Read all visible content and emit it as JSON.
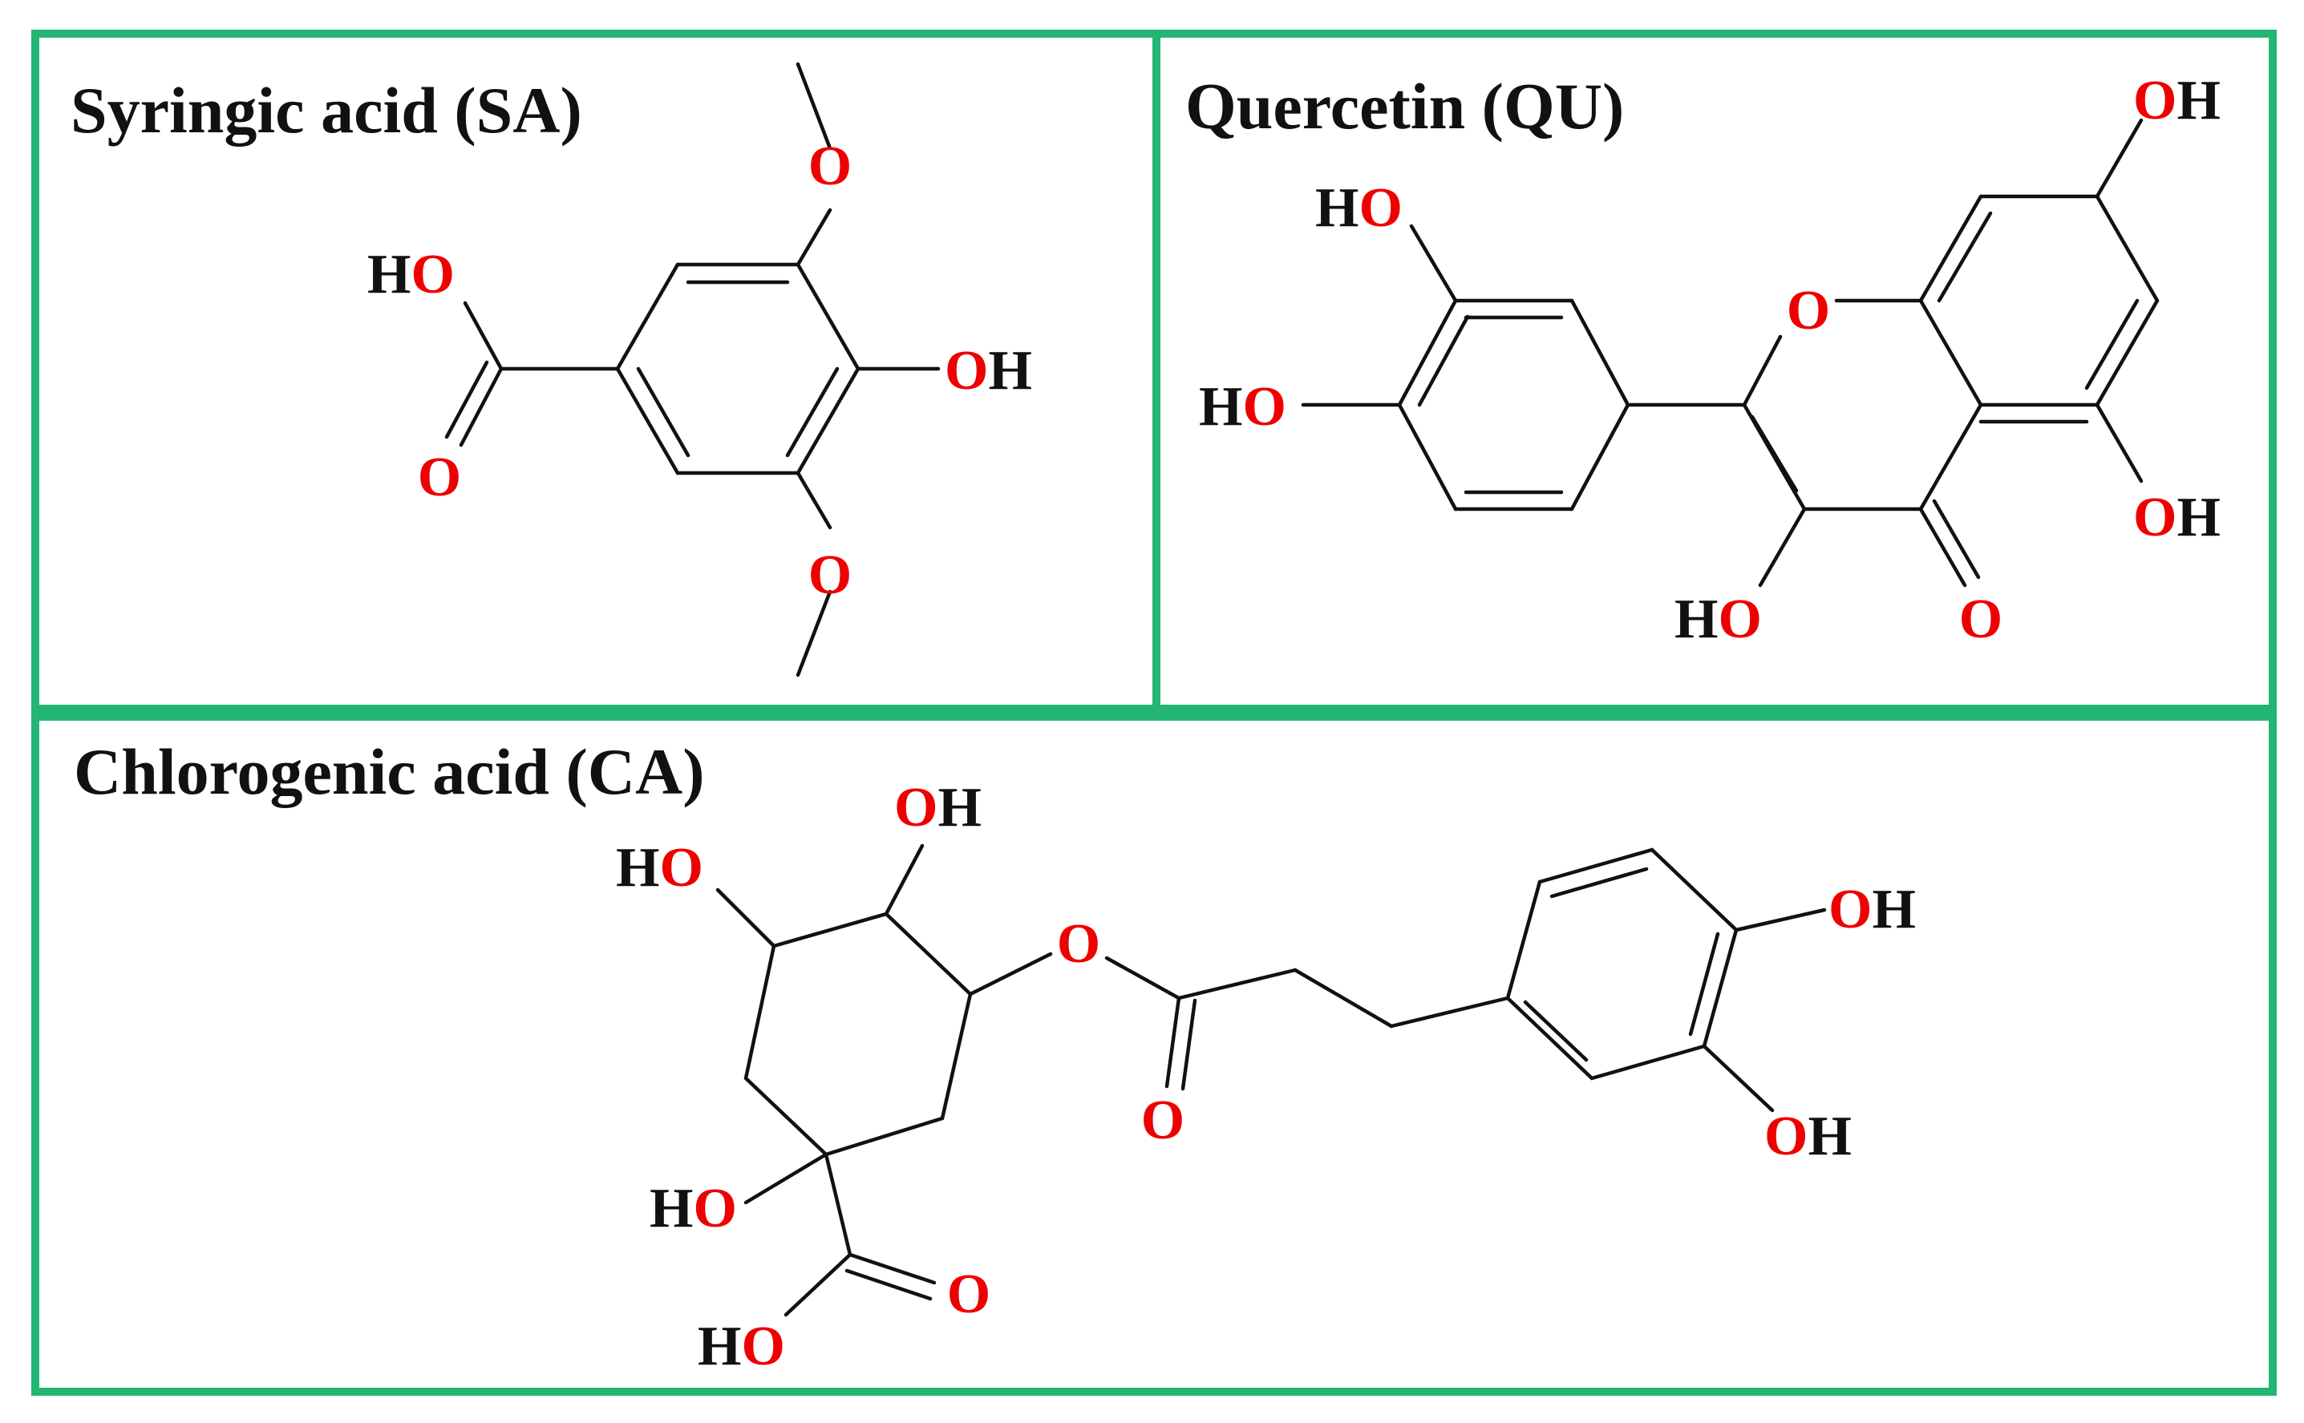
{
  "colors": {
    "panel_border": "#22b573",
    "oxygen": "#ee0000",
    "bond": "#111111",
    "text": "#111111"
  },
  "panels": {
    "sa": {
      "title": "Syringic acid (SA)"
    },
    "qu": {
      "title": "Quercetin (QU)"
    },
    "ca": {
      "title": "Chlorogenic acid (CA)"
    }
  },
  "atoms": {
    "oxygen": "O",
    "hydrogen": "H"
  }
}
